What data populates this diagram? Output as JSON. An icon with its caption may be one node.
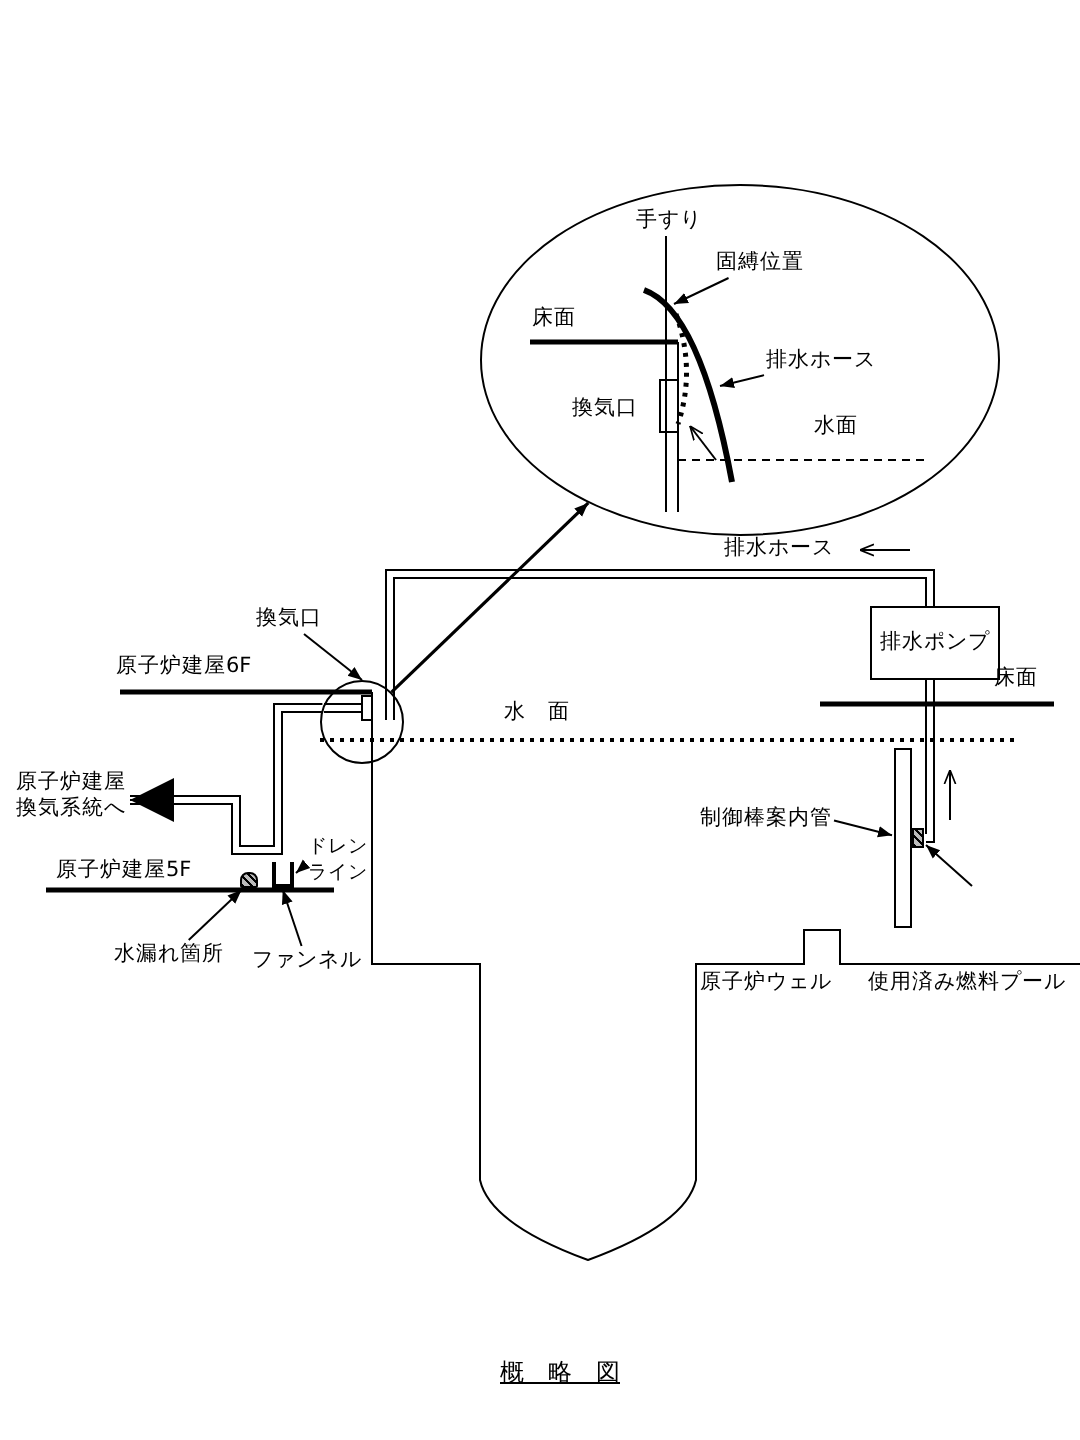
{
  "diagram": {
    "caption": "概　略　図",
    "nodes": [
      {
        "text": [],
        "shape": "circle"
      },
      {
        "text": [
          "固縛位置"
        ],
        "in": 0
      },
      {
        "text": [
          "排水ホース"
        ],
        "in": 0
      },
      {
        "text": [],
        "shape": "circle"
      },
      {
        "text": [
          "換気口"
        ]
      },
      {
        "text": [
          "ドレンライン"
        ]
      },
      {
        "text": [
          "水漏れ箇所"
        ]
      },
      {
        "text": [
          "ファンネル"
        ]
      },
      {
        "text": [
          "原子炉建屋換気系統へ"
        ]
      },
      {
        "text": [
          "排水ポンプ"
        ]
      },
      {
        "text": [
          "制御棒案内管"
        ]
      },
      {
        "text": [],
        "shape": "bar"
      },
      {
        "text": [],
        "shape": "funnel"
      },
      {
        "text": [],
        "shape": "box"
      },
      {
        "text": [],
        "shape": "blob"
      }
    ],
    "edges": [
      {
        "from": 3,
        "to": 0,
        "arrow": "to"
      },
      {
        "from": 1,
        "to": null,
        "arrow": "to"
      },
      {
        "from": 2,
        "to": null,
        "arrow": "to"
      },
      {
        "from": 4,
        "to": 3,
        "arrow": "to"
      },
      {
        "from": 5,
        "to": 12,
        "arrow": "to"
      },
      {
        "from": 6,
        "to": 14,
        "arrow": "to"
      },
      {
        "from": 7,
        "to": 12,
        "arrow": "to"
      },
      {
        "from": 3,
        "to": 8,
        "arrow": "to"
      },
      {
        "from": 10,
        "to": 11,
        "arrow": "to"
      },
      {
        "from": 9,
        "to": 3,
        "arrow": "none"
      },
      {
        "from": 9,
        "to": 13,
        "arrow": "none"
      },
      {
        "from": null,
        "to": 13,
        "arrow": "to"
      }
    ],
    "labels": [
      "手すり",
      "床面",
      "換気口",
      "水面",
      "排水ホース",
      "原子炉建屋6F",
      "水　面",
      "床面",
      "原子炉建屋5F",
      "原子炉ウェル",
      "使用済み燃料プール"
    ]
  }
}
